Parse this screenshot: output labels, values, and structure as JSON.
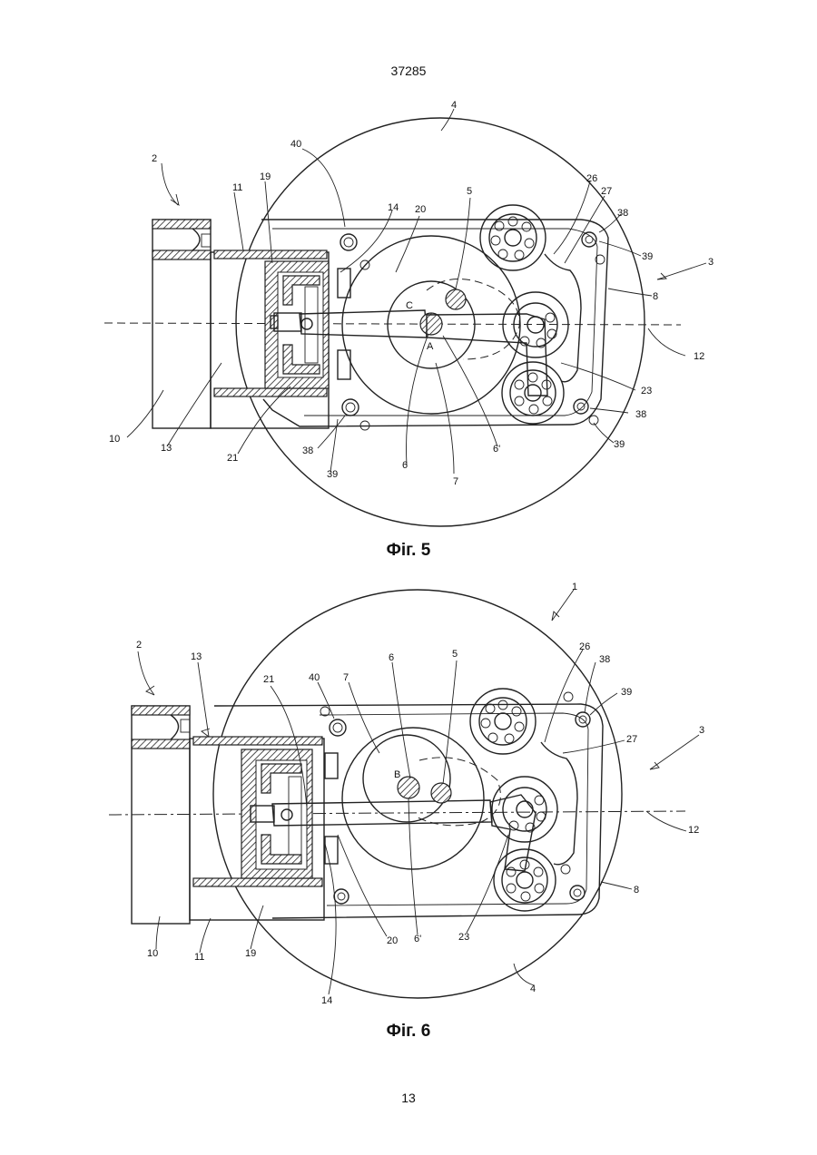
{
  "header": {
    "doc_number": "37285"
  },
  "footer": {
    "page_number": "13"
  },
  "figures": [
    {
      "caption": "Фіг. 5",
      "labels": {
        "l2": "2",
        "l4": "4",
        "l40": "40",
        "l11": "11",
        "l19": "19",
        "l14": "14",
        "l20": "20",
        "l5": "5",
        "l26": "26",
        "l27": "27",
        "l38a": "38",
        "l39a": "39",
        "l3": "3",
        "l8": "8",
        "lC": "C",
        "lA": "A",
        "l12": "12",
        "l23": "23",
        "l38b": "38",
        "l39b": "39",
        "l10": "10",
        "l13": "13",
        "l21": "21",
        "l38c": "38",
        "l39c": "39",
        "l6": "6",
        "l6p": "6'",
        "l7": "7"
      }
    },
    {
      "caption": "Фіг. 6",
      "labels": {
        "l1": "1",
        "l2": "2",
        "l13": "13",
        "l21": "21",
        "l40": "40",
        "l7": "7",
        "l6": "6",
        "l5": "5",
        "l26": "26",
        "l38": "38",
        "l39": "39",
        "l3": "3",
        "l27": "27",
        "lB": "B",
        "l12": "12",
        "l8": "8",
        "l10": "10",
        "l11": "11",
        "l19": "19",
        "l20": "20",
        "l6p": "6'",
        "l23": "23",
        "l4": "4",
        "l14": "14"
      }
    }
  ]
}
